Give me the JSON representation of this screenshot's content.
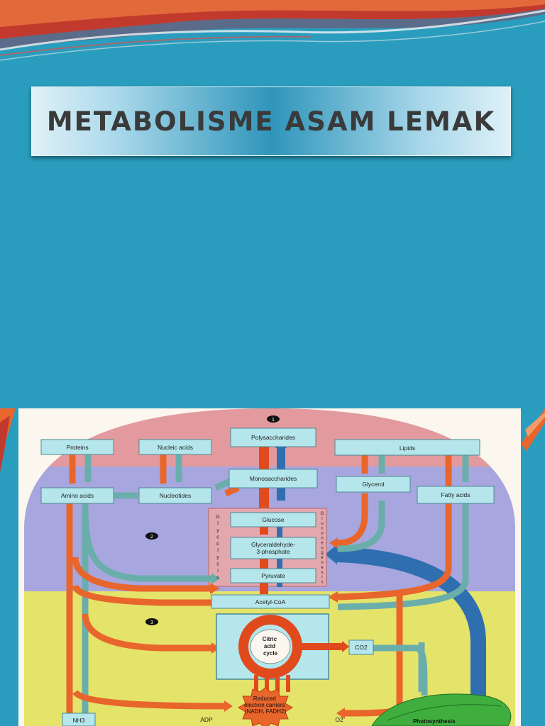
{
  "slide": {
    "title": "METABOLISME ASAM LEMAK"
  },
  "diagram": {
    "markers": [
      "1",
      "2",
      "3"
    ],
    "boxes": {
      "proteins": "Proteins",
      "nucleic_acids": "Nucleic acids",
      "polysaccharides": "Polysaccharides",
      "lipids": "Lipids",
      "amino_acids": "Amino acids",
      "nucleotides": "Nucleotides",
      "monosaccharides": "Monosaccharides",
      "glycerol": "Glycerol",
      "fatty_acids": "Fatty acids",
      "glucose": "Glucose",
      "g3p_line1": "Glyceraldehyde-",
      "g3p_line2": "3-phosphate",
      "pyruvate": "Pyruvate",
      "acetyl_coa": "Acetyl-CoA",
      "co2": "CO2",
      "nh3": "NH3",
      "o2": "O2",
      "adp": "ADP"
    },
    "cycle": {
      "line1": "Citric",
      "line2": "acid",
      "line3": "cycle"
    },
    "carriers": {
      "line1": "Reduced",
      "line2": "electron carriers",
      "line3": "(NADH, FADH2)"
    },
    "vertical_labels": {
      "glycolysis": "Glycolysis",
      "gluconeogenesis": "Gluconeogenesis"
    },
    "photosynthesis": "Photosynthesis",
    "colors": {
      "catabolic_arrow": "#e8652c",
      "anabolic_arrow": "#6aaeab",
      "blue_arrow": "#2f6fb0",
      "box_fill": "#b4e6ec",
      "zone_pink": "#e39a9e",
      "zone_purple": "#a8a6de",
      "zone_yellow": "#e4e36a"
    }
  }
}
